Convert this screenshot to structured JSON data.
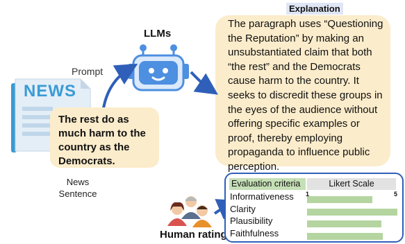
{
  "explanation": {
    "title": "Explanation",
    "text": "The paragraph uses “Questioning the Reputation” by making an unsubstantiated claim that both “the rest” and the Democrats cause harm to the country. It seeks to discredit these groups in the eyes of the audience without offering specific examples or proof, thereby employing propaganda to influence public perception."
  },
  "llm_label": "LLMs",
  "prompt_label": "Prompt",
  "news_icon_text": "NEWS",
  "sentence_text": "The rest do as much harm to the country as the Democrats.",
  "news_caption": "News Sentence",
  "evaluation": {
    "header_criteria": "Evaluation criteria",
    "header_scale": "Likert Scale",
    "scale_min": "1",
    "scale_max": "5",
    "criteria": [
      {
        "label": "Informativeness",
        "score": 3.6
      },
      {
        "label": "Clarity",
        "score": 5.0
      },
      {
        "label": "Plausibility",
        "score": 4.1
      },
      {
        "label": "Faithfulness",
        "score": 4.2
      }
    ]
  },
  "human_rating_label": "Human rating",
  "colors": {
    "accent_blue": "#2f5fb8",
    "box_beige": "#fbeccb",
    "bar_green": "#b5d5a0",
    "robot_blue": "#4d8fe0"
  }
}
